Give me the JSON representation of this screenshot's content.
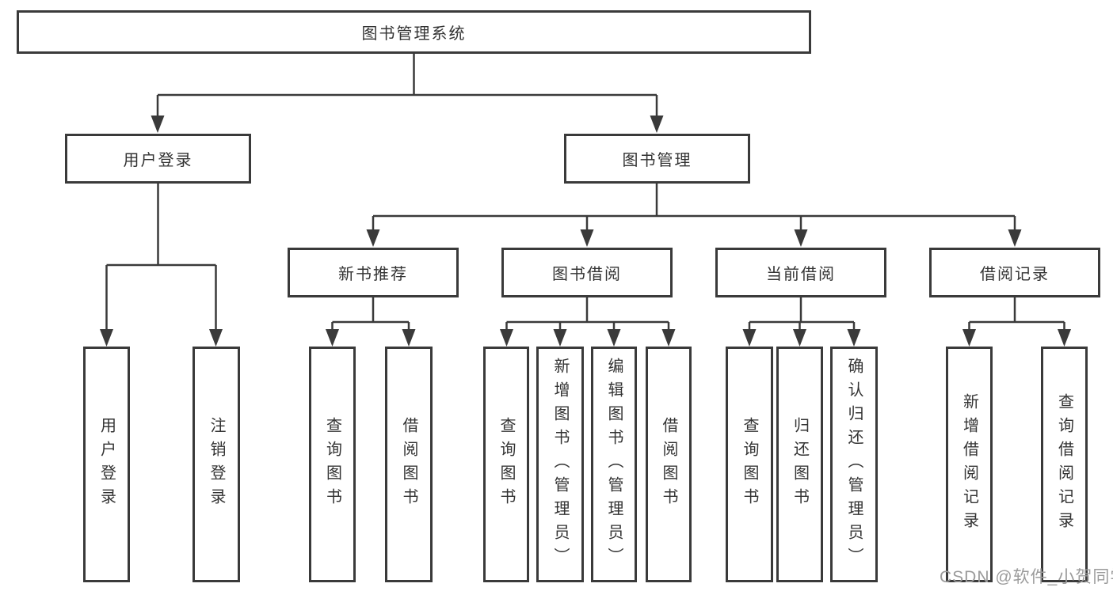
{
  "diagram": {
    "type": "tree",
    "title": "图书管理系统",
    "root": {
      "label": "图书管理系统",
      "children": [
        {
          "label": "用户登录",
          "children": [
            {
              "label": "用户登录"
            },
            {
              "label": "注销登录"
            }
          ]
        },
        {
          "label": "图书管理",
          "children": [
            {
              "label": "新书推荐",
              "children": [
                {
                  "label": "查询图书"
                },
                {
                  "label": "借阅图书"
                }
              ]
            },
            {
              "label": "图书借阅",
              "children": [
                {
                  "label": "查询图书"
                },
                {
                  "label": "新增图书（管理员）"
                },
                {
                  "label": "编辑图书（管理员）"
                },
                {
                  "label": "借阅图书"
                }
              ]
            },
            {
              "label": "当前借阅",
              "children": [
                {
                  "label": "查询图书"
                },
                {
                  "label": "归还图书"
                },
                {
                  "label": "确认归还（管理员）"
                }
              ]
            },
            {
              "label": "借阅记录",
              "children": [
                {
                  "label": "新增借阅记录"
                },
                {
                  "label": "查询借阅记录"
                }
              ]
            }
          ]
        }
      ]
    }
  },
  "watermark": {
    "text": "CSDN @软件_小贺同学",
    "color": "#9b9b9b"
  },
  "colors": {
    "line": "#3a3a3a",
    "box_border": "#3a3a3a",
    "text": "#333333",
    "background": "#ffffff"
  }
}
